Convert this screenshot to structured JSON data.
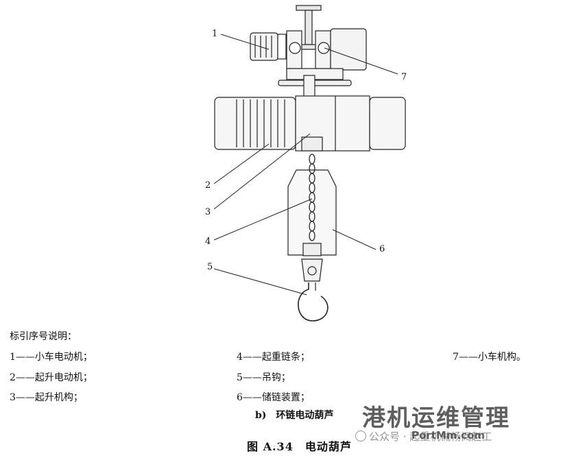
{
  "callouts": {
    "c1": "1",
    "c2": "2",
    "c3": "3",
    "c4": "4",
    "c5": "5",
    "c6": "6",
    "c7": "7"
  },
  "legend": {
    "title": "标引序号说明：",
    "items": [
      "1——小车电动机；",
      "2——起升电动机；",
      "3——起升机构；",
      "4——起重链条；",
      "5——吊钩；",
      "6——储链装置；",
      "7——小车机构。"
    ]
  },
  "subcaption": "b)　环链电动葫芦",
  "caption": "图 A.34　电动葫芦",
  "watermark": {
    "brand": "港机运维管理",
    "line": "公众号 · 起重机械畅阅赵工",
    "site": "PortMm.com"
  }
}
